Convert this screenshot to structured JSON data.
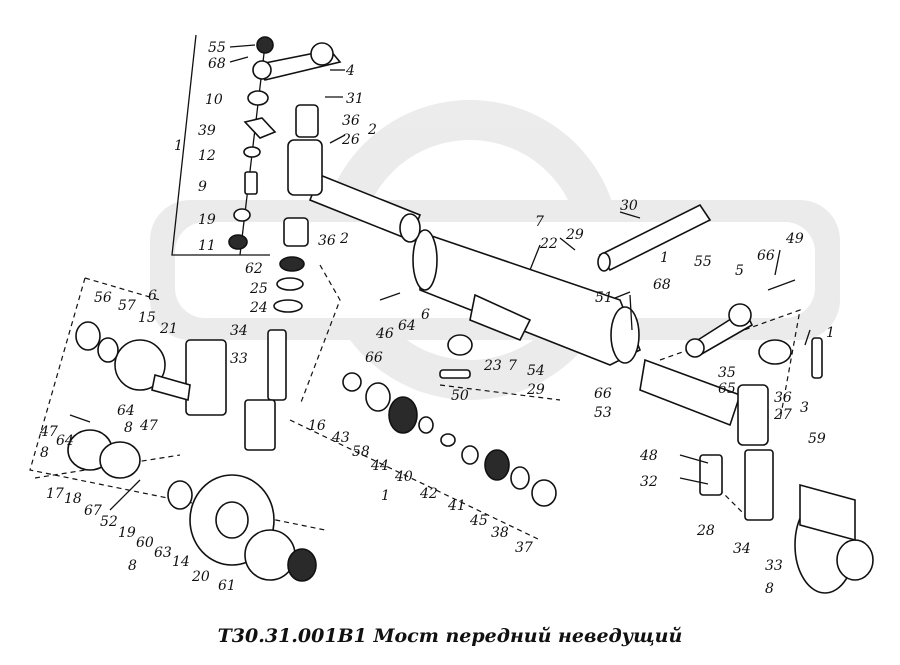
{
  "title": "Т30.31.001В1 Мост передний неведущий",
  "labels": [
    "55",
    "68",
    "4",
    "10",
    "31",
    "39",
    "36",
    "2",
    "26",
    "1",
    "12",
    "9",
    "19",
    "11",
    "36",
    "2",
    "62",
    "25",
    "24",
    "34",
    "33",
    "56",
    "57",
    "6",
    "15",
    "21",
    "47",
    "64",
    "8",
    "47",
    "64",
    "8",
    "17",
    "18",
    "67",
    "52",
    "19",
    "60",
    "63",
    "14",
    "20",
    "61",
    "8",
    "16",
    "66",
    "43",
    "58",
    "44",
    "40",
    "42",
    "41",
    "45",
    "38",
    "37",
    "1",
    "50",
    "23",
    "7",
    "54",
    "29",
    "53",
    "66",
    "46",
    "64",
    "6",
    "30",
    "7",
    "22",
    "29",
    "51",
    "1",
    "68",
    "55",
    "5",
    "66",
    "49",
    "1",
    "35",
    "65",
    "36",
    "27",
    "3",
    "59",
    "48",
    "32",
    "28",
    "34",
    "33",
    "8"
  ]
}
